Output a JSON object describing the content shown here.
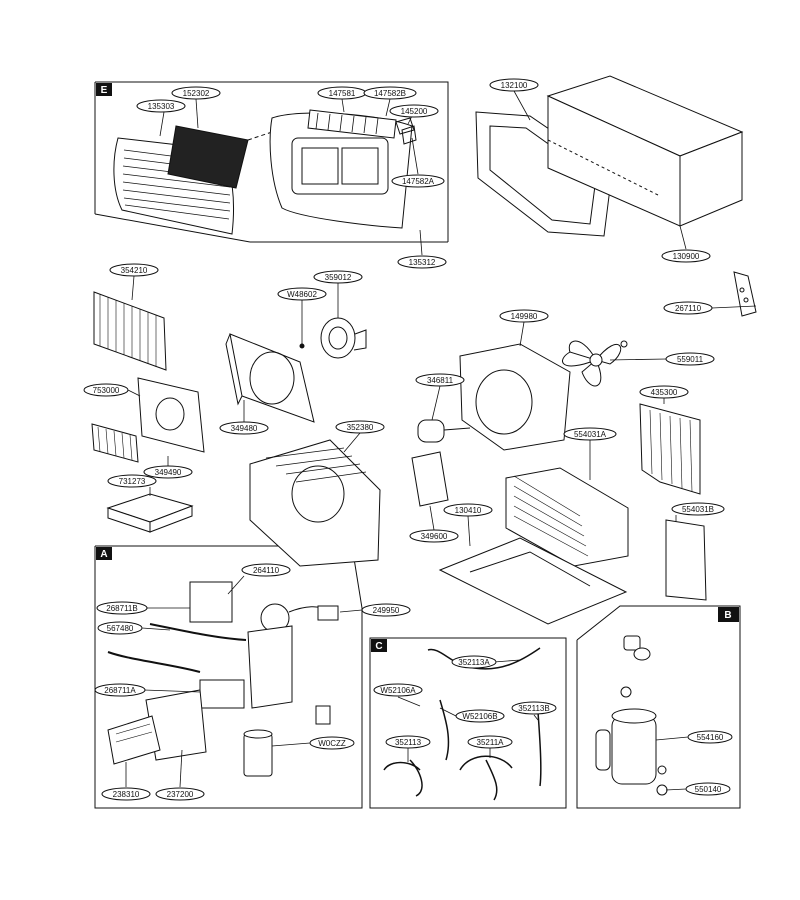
{
  "sections": [
    {
      "id": "E",
      "label": "E"
    },
    {
      "id": "A",
      "label": "A"
    },
    {
      "id": "C",
      "label": "C"
    },
    {
      "id": "B",
      "label": "B"
    }
  ],
  "parts": [
    {
      "key": "p135303",
      "text": "135303"
    },
    {
      "key": "p152302",
      "text": "152302"
    },
    {
      "key": "p147581",
      "text": "147581"
    },
    {
      "key": "p147582B",
      "text": "147582B"
    },
    {
      "key": "p145200",
      "text": "145200"
    },
    {
      "key": "p147582A",
      "text": "147582A"
    },
    {
      "key": "p135312",
      "text": "135312"
    },
    {
      "key": "p132100",
      "text": "132100"
    },
    {
      "key": "p130900",
      "text": "130900"
    },
    {
      "key": "p354210",
      "text": "354210"
    },
    {
      "key": "p359012",
      "text": "359012"
    },
    {
      "key": "pW48602",
      "text": "W48602"
    },
    {
      "key": "p149980",
      "text": "149980"
    },
    {
      "key": "p267110",
      "text": "267110"
    },
    {
      "key": "p559011",
      "text": "559011"
    },
    {
      "key": "p753000",
      "text": "753000"
    },
    {
      "key": "p346811",
      "text": "346811"
    },
    {
      "key": "p435300",
      "text": "435300"
    },
    {
      "key": "p349480",
      "text": "349480"
    },
    {
      "key": "p352380",
      "text": "352380"
    },
    {
      "key": "p554031A",
      "text": "554031A"
    },
    {
      "key": "p349490",
      "text": "349490"
    },
    {
      "key": "p731273",
      "text": "731273"
    },
    {
      "key": "p130410",
      "text": "130410"
    },
    {
      "key": "p554031B",
      "text": "554031B"
    },
    {
      "key": "p349600",
      "text": "349600"
    },
    {
      "key": "p264110",
      "text": "264110"
    },
    {
      "key": "p268711B",
      "text": "268711B"
    },
    {
      "key": "p249950",
      "text": "249950"
    },
    {
      "key": "p567480",
      "text": "567480"
    },
    {
      "key": "p268711A",
      "text": "268711A"
    },
    {
      "key": "pW0CZZ",
      "text": "W0CZZ"
    },
    {
      "key": "p238310",
      "text": "238310"
    },
    {
      "key": "p237200",
      "text": "237200"
    },
    {
      "key": "p352113A",
      "text": "352113A"
    },
    {
      "key": "pW52106A",
      "text": "W52106A"
    },
    {
      "key": "pW52106B",
      "text": "W52106B"
    },
    {
      "key": "p352113B",
      "text": "352113B"
    },
    {
      "key": "p352113",
      "text": "352113"
    },
    {
      "key": "p35211A",
      "text": "35211A"
    },
    {
      "key": "p554160",
      "text": "554160"
    },
    {
      "key": "p550140",
      "text": "550140"
    }
  ]
}
